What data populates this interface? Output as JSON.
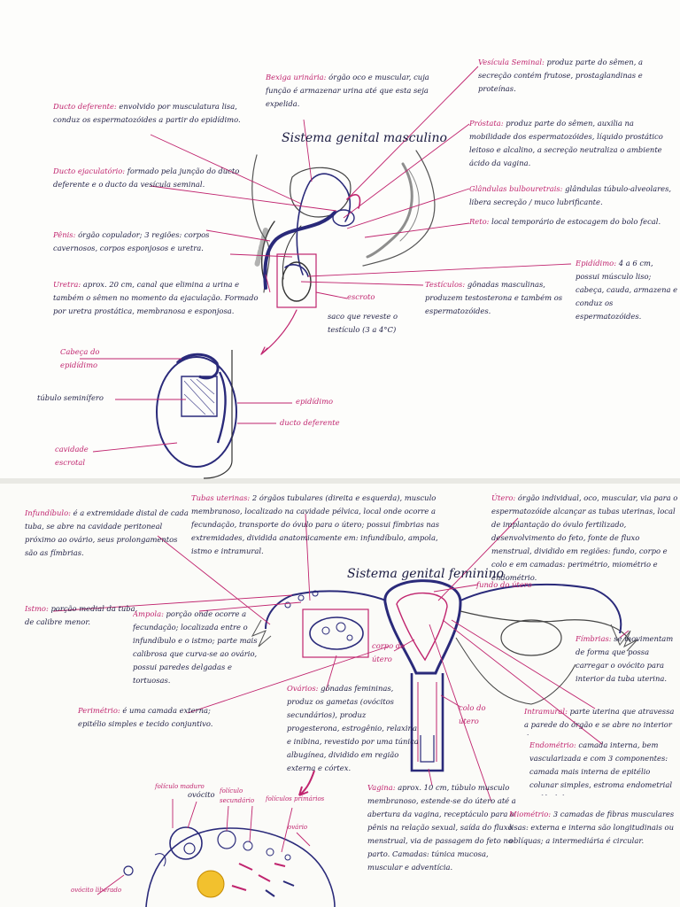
{
  "male": {
    "title": "Sistema genital masculino",
    "bexiga": {
      "term": "Bexiga urinária:",
      "text": " órgão oco e muscular, cuja função é armazenar urina até que esta seja expelida."
    },
    "ducto_deferente": {
      "term": "Ducto deferente:",
      "text": " envolvido por musculatura lisa, conduz os espermatozóides a partir do epidídimo."
    },
    "ducto_ejaculatorio": {
      "term": "Ducto ejaculatório:",
      "text": " formado pela junção do ducto deferente e o ducto da vesícula seminal."
    },
    "penis": {
      "term": "Pênis:",
      "text": " órgão copulador; 3 regiões: corpos cavernosos, corpos esponjosos e uretra."
    },
    "uretra": {
      "term": "Uretra:",
      "text": " aprox. 20 cm, canal que elimina a urina e também o sêmen no momento da ejaculação. Formado por uretra prostática, membranosa e esponjosa."
    },
    "vesicula": {
      "term": "Vesícula Seminal:",
      "text": " produz parte do sêmen, a secreção contém frutose, prostaglandinas e proteínas."
    },
    "prostata": {
      "term": "Próstata:",
      "text": " produz parte do sêmen, auxilia na mobilidade dos espermatozóides, líquido prostático leitoso e alcalino, a secreção neutraliza o ambiente ácido da vagina."
    },
    "glandulas": {
      "term": "Glândulas bulbouretrais:",
      "text": " glândulas túbulo-alveolares, libera secreção / muco lubrificante."
    },
    "reto": {
      "term": "Reto:",
      "text": " local temporário de estocagem do bolo fecal."
    },
    "testiculos": {
      "term": "Testículos:",
      "text": " gônadas masculinas, produzem testosterona e também os espermatozóides."
    },
    "epididimo": {
      "term": "Epidídimo:",
      "text": " 4 a 6 cm, possui músculo liso; cabeça, cauda, armazena e conduz os espermatozóides."
    },
    "escroto": {
      "term": "escroto",
      "text": "saco que reveste o testículo (3 a 4°C)"
    },
    "testis_labels": {
      "cabeca": "Cabeça do epidídimo",
      "tubulo": "túbulo seminífero",
      "cavidade": "cavidade escrotal",
      "epididimo": "epidídimo",
      "ducto": "ducto deferente"
    }
  },
  "female": {
    "title": "Sistema genital feminino",
    "infundibulo": {
      "term": "Infundíbulo:",
      "text": " é a extremidade distal de cada tuba, se abre na cavidade peritoneal próximo ao ovário, seus prolongamentos são as fímbrias."
    },
    "tubas": {
      "term": "Tubas uterinas:",
      "text": " 2 órgãos tubulares (direita e esquerda), musculo membranoso, localizado na cavidade pélvica, local onde ocorre a fecundação, transporte do óvulo para o útero; possui fímbrias nas extremidades, dividida anatomicamente em: infundíbulo, ampola, istmo e intramural."
    },
    "utero": {
      "term": "Útero:",
      "text": " órgão individual, oco, muscular, via para o espermatozóide alcançar as tubas uterinas, local de implantação do óvulo fertilizado, desenvolvimento do feto, fonte de fluxo menstrual, dividido em regiões: fundo, corpo e colo e em camadas: perimétrio, miométrio e endométrio."
    },
    "fundo": "fundo do útero",
    "istmo": {
      "term": "Istmo:",
      "text": " porção medial da tuba, de calibre menor."
    },
    "ampola": {
      "term": "Ampola:",
      "text": " porção onde ocorre a fecundação; localizada entre o infundíbulo e o istmo; parte mais calibrosa que curva-se ao ovário, possui paredes delgadas e tortuosas."
    },
    "perimetrio": {
      "term": "Perimétrio:",
      "text": " é uma camada externa; epitélio simples e tecido conjuntivo."
    },
    "ovarios": {
      "term": "Ovários:",
      "text": " gônadas femininas, produz os gametas (ovócitos secundários), produz progesterona, estrogênio, relaxina e inibina, revestido por uma túnica albugínea, dividido em região externa e córtex."
    },
    "corpo": "corpo do útero",
    "colo": "colo do útero",
    "fimbrias": {
      "term": "Fímbrias:",
      "text": " se movimentam de forma que possa carregar o ovócito para interior da tuba uterina."
    },
    "intramural": {
      "term": "Intramural:",
      "text": " parte uterina que atravessa a parede do órgão e se abre no interior deste."
    },
    "endometrio": {
      "term": "Endométrio:",
      "text": " camada interna, bem vascularizada e com 3 componentes: camada mais interna de epitélio colunar simples, estroma endometrial e glândulas uterinas."
    },
    "vagina": {
      "term": "Vagina:",
      "text": " aprox. 10 cm, túbulo musculo membranoso, estende-se do útero até a abertura da vagina, receptáculo para o pênis na relação sexual, saída do fluxo menstrual, via de passagem do feto no parto. Camadas: túnica mucosa, muscular e adventícia."
    },
    "miometrio": {
      "term": "Miométrio:",
      "text": " 3 camadas de fibras musculares lisas: externa e interna são longitudinais ou oblíquas; a intermediária é circular."
    },
    "ovary_labels": {
      "foliculo_maduro": "folículo maduro",
      "ovocito": "ovócito",
      "foliculo_secundario": "folículo secundário",
      "foliculos_primarios": "folículos primários",
      "ovario": "ovário",
      "ovocito_liberado": "ovócito liberado"
    }
  },
  "colors": {
    "accent": "#c0246e",
    "ink": "#232347",
    "line": "#2a2a6e"
  }
}
